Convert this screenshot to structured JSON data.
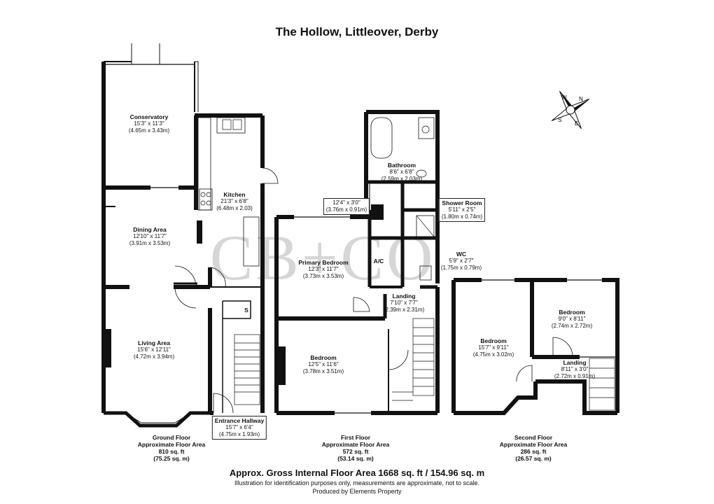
{
  "title": "The Hollow, Littleover, Derby",
  "watermark": "CB+CO",
  "rooms": {
    "conservatory": {
      "name": "Conservatory",
      "imperial": "15'3\" x 11'3\"",
      "metric": "(4.65m x 3.43m)"
    },
    "kitchen": {
      "name": "Kitchen",
      "imperial": "21'3\" x 6'8\"",
      "metric": "(6.48m x 2.03)"
    },
    "dining": {
      "name": "Dining Area",
      "imperial": "12'10\" x 11'7\"",
      "metric": "(3.91m x 3.53m)"
    },
    "living": {
      "name": "Living Area",
      "imperial": "15'6\" x 12'11\"",
      "metric": "(4.72m x 3.94m)"
    },
    "hallway": {
      "name": "Entrance Hallway",
      "imperial": "15'7\" x 6'4\"",
      "metric": "(4.75m x 1.93m)"
    },
    "store": {
      "name": "S"
    },
    "bathroom": {
      "name": "Bathroom",
      "imperial": "8'6\" x 6'8\"",
      "metric": "(2.59m x 2.03m)"
    },
    "landing_box": {
      "imperial": "12'4\" x 3'0\"",
      "metric": "(3.76m x 0.91m)"
    },
    "shower": {
      "name": "Shower Room",
      "imperial": "5'11\" x 2'5\"",
      "metric": "(1.80m x 0.74m)"
    },
    "wc": {
      "name": "WC",
      "imperial": "5'9\" x 2'7\"",
      "metric": "(1.75m x 0.79m)"
    },
    "ac": {
      "name": "A/C"
    },
    "primary": {
      "name": "Primary Bedroom",
      "imperial": "12'3\" x 11'7\"",
      "metric": "(3.73m x 3.53m)"
    },
    "landing1": {
      "name": "Landing",
      "imperial": "7'10\" x 7'7\"",
      "metric": "(2.39m x 2.31m)"
    },
    "bedroom1": {
      "name": "Bedroom",
      "imperial": "12'5\" x 11'6\"",
      "metric": "(3.78m x 3.51m)"
    },
    "bedroom2": {
      "name": "Bedroom",
      "imperial": "15'7\" x 9'11\"",
      "metric": "(4.75m x 3.02m)"
    },
    "bedroom3": {
      "name": "Bedroom",
      "imperial": "9'0\" x 8'11\"",
      "metric": "(2.74m x 2.72m)"
    },
    "landing2": {
      "name": "Landing",
      "imperial": "8'11\" x 3'0\"",
      "metric": "(2.72m x 0.91m)"
    }
  },
  "floors": {
    "ground": {
      "name": "Ground Floor",
      "area_label": "Approximate Floor Area",
      "sqft": "810 sq. ft",
      "sqm": "(75.25 sq. m)"
    },
    "first": {
      "name": "First Floor",
      "area_label": "Approximate Floor Area",
      "sqft": "572 sq. ft",
      "sqm": "(53.14 sq. m)"
    },
    "second": {
      "name": "Second Floor",
      "area_label": "Approximate Floor Area",
      "sqft": "286 sq. ft",
      "sqm": "(26.57 sq. m)"
    }
  },
  "footer": {
    "gross": "Approx. Gross Internal Floor Area 1668 sq. ft / 154.96 sq. m",
    "disclaimer": "Illustration for identification purposes only, measurements are approximate, not to scale.",
    "producer": "Produced by Elements Property"
  },
  "compass": {
    "n": "N",
    "s": "S",
    "e": "E",
    "w": "W"
  }
}
